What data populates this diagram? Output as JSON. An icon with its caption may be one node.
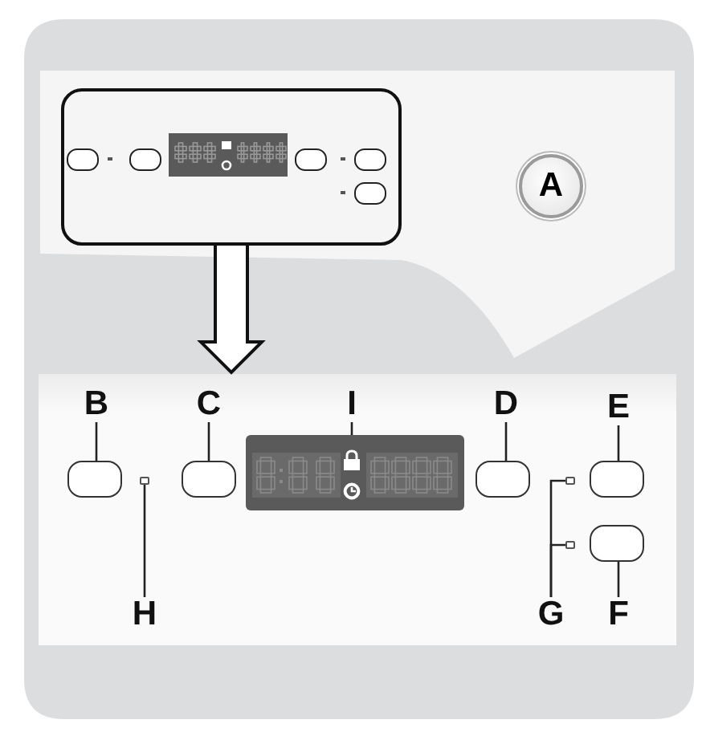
{
  "diagram": {
    "nodes": [
      {
        "text": [],
        "shape": "box"
      },
      {
        "text": [
          "A"
        ]
      },
      {
        "text": [],
        "shape": "box"
      },
      {
        "text": [
          "B"
        ],
        "in": 2
      },
      {
        "text": [
          "C"
        ],
        "in": 2
      },
      {
        "text": [
          "I"
        ],
        "in": 2
      },
      {
        "text": [
          "D"
        ],
        "in": 2
      },
      {
        "text": [
          "E"
        ],
        "in": 2
      },
      {
        "text": [],
        "shape": "box",
        "in": 2
      },
      {
        "text": [],
        "shape": "box",
        "in": 2
      },
      {
        "text": [],
        "shape": "box",
        "in": 2
      },
      {
        "text": [],
        "shape": "box",
        "in": 2
      },
      {
        "text": [],
        "shape": "box",
        "in": 2
      },
      {
        "text": [],
        "shape": "bar",
        "in": 2
      },
      {
        "text": [],
        "shape": "bar",
        "in": 2
      },
      {
        "text": [],
        "shape": "bar",
        "in": 2
      },
      {
        "text": [],
        "shape": "box",
        "in": 2
      },
      {
        "text": [
          "H"
        ],
        "in": 2
      },
      {
        "text": [
          "G"
        ],
        "in": 2
      },
      {
        "text": [
          "F"
        ],
        "in": 2
      }
    ],
    "edges": [
      {
        "from": 0,
        "to": 2,
        "arrow": "to"
      },
      {
        "from": 3,
        "to": 8,
        "arrow": "none"
      },
      {
        "from": 4,
        "to": 9,
        "arrow": "none"
      },
      {
        "from": 5,
        "to": 10,
        "arrow": "none"
      },
      {
        "from": 6,
        "to": 11,
        "arrow": "none"
      },
      {
        "from": 7,
        "to": 12,
        "arrow": "none"
      },
      {
        "from": 17,
        "to": 13,
        "arrow": "none"
      },
      {
        "from": 18,
        "to": 14,
        "arrow": "none"
      },
      {
        "from": 18,
        "to": 15,
        "arrow": "none"
      },
      {
        "from": 19,
        "to": 16,
        "arrow": "none"
      }
    ]
  }
}
